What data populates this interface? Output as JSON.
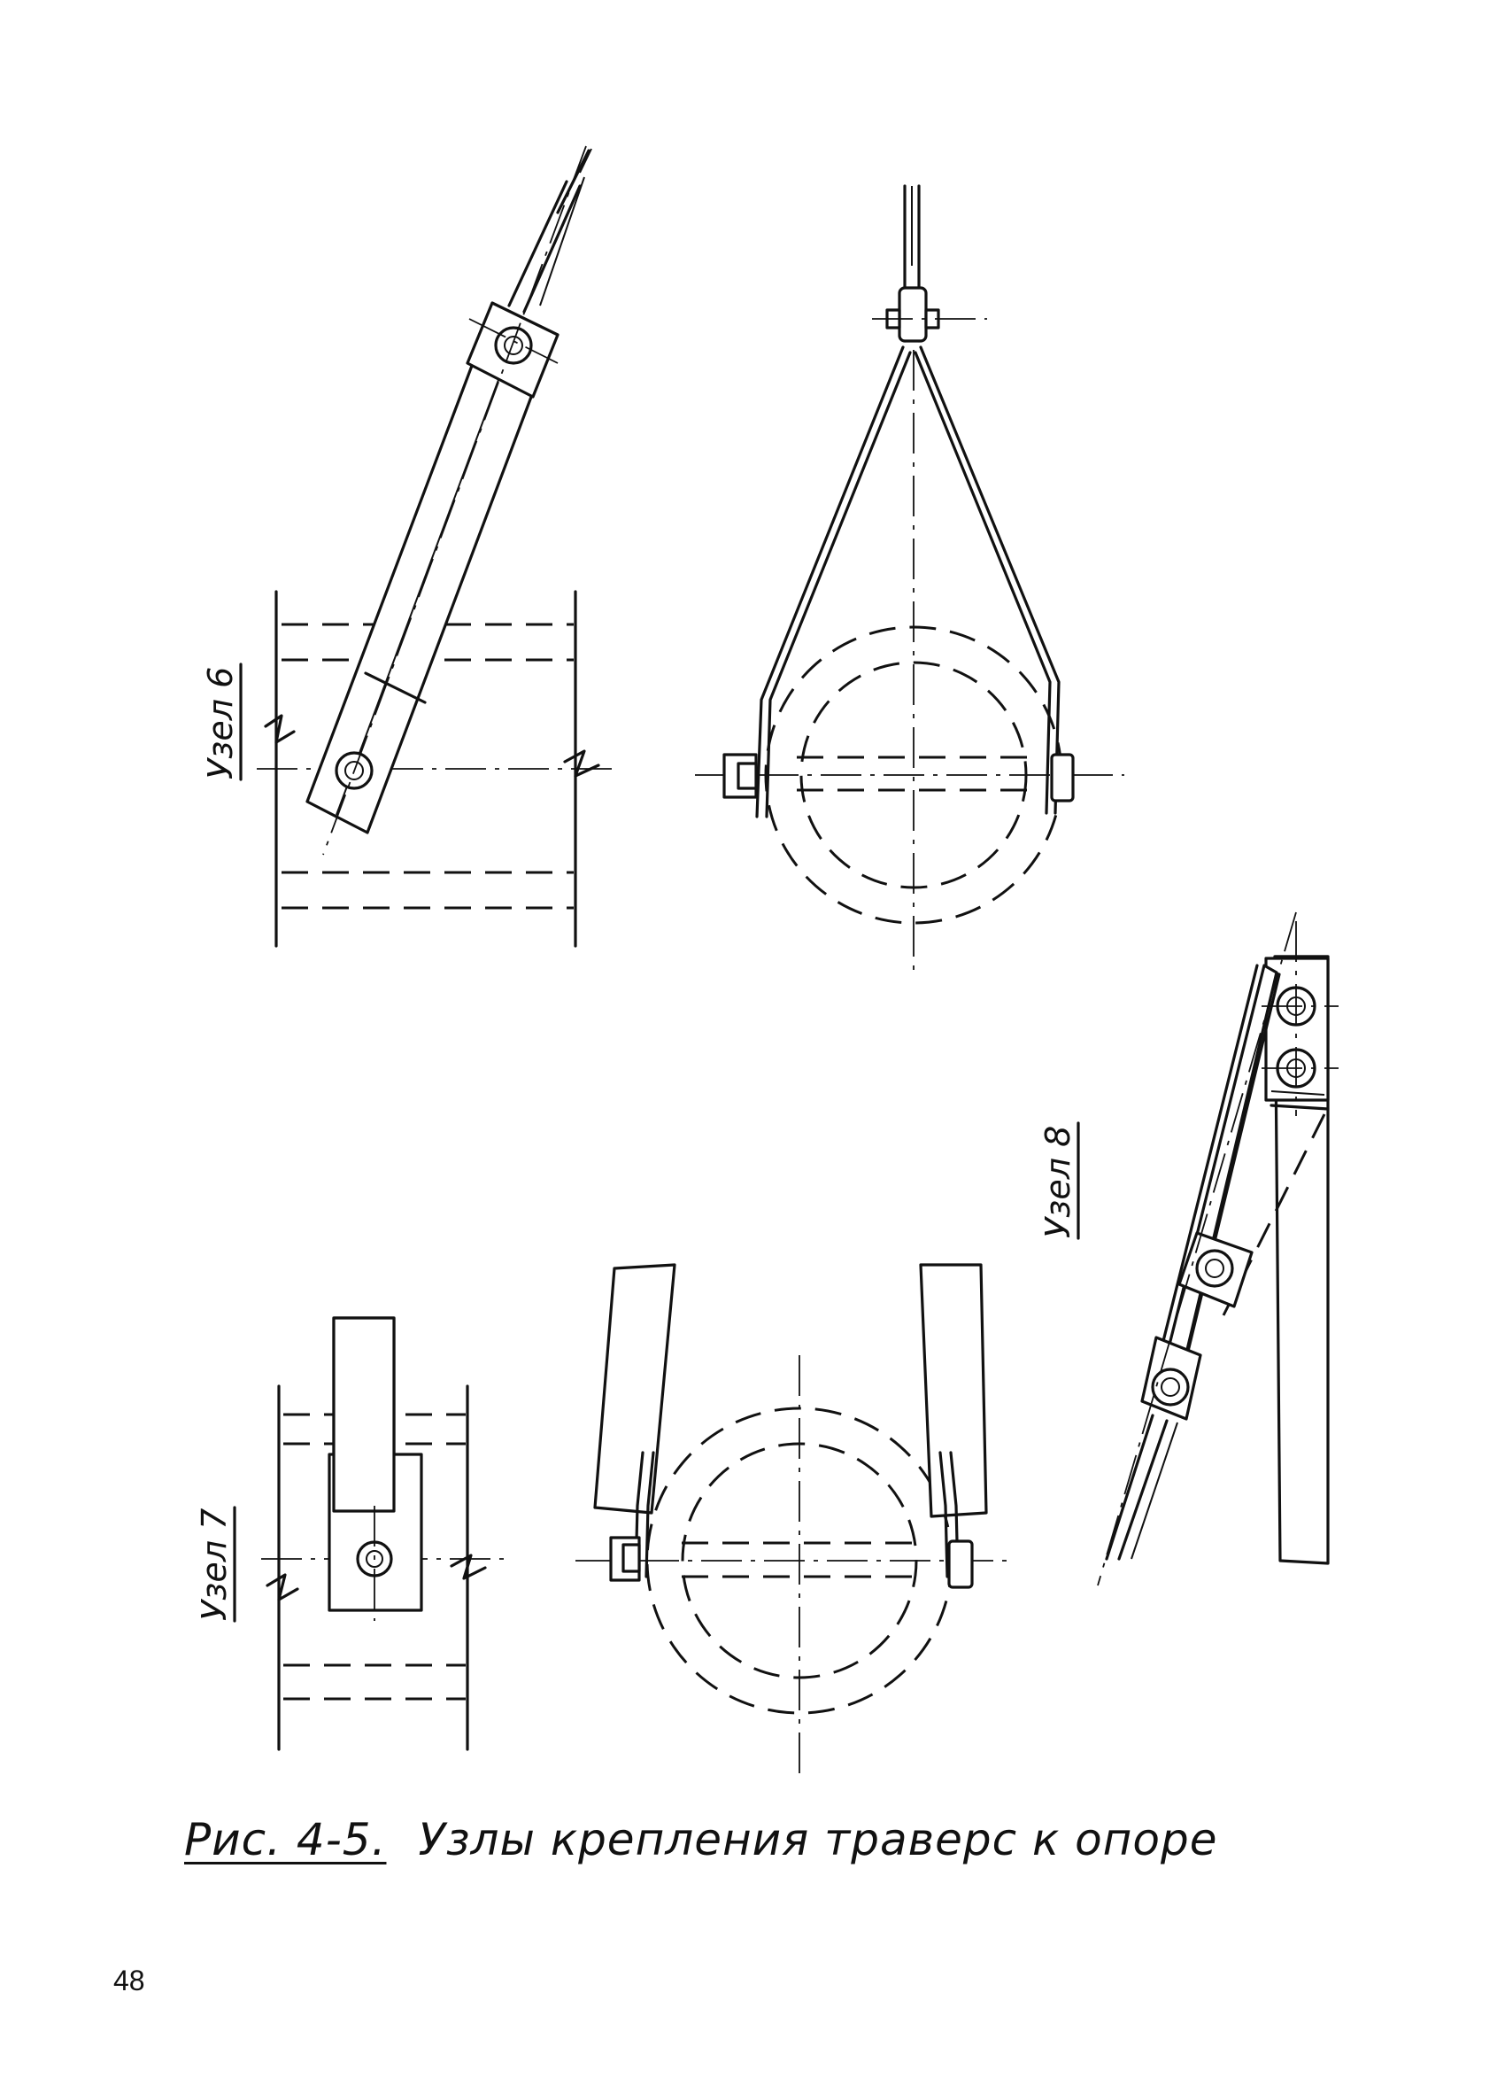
{
  "figure": {
    "number": "Рис. 4-5.",
    "title": "Узлы крепления траверс к опоре"
  },
  "nodes": {
    "node6": "Узел 6",
    "node7": "Узел 7",
    "node8": "Узел 8"
  },
  "page": {
    "number": "48"
  }
}
